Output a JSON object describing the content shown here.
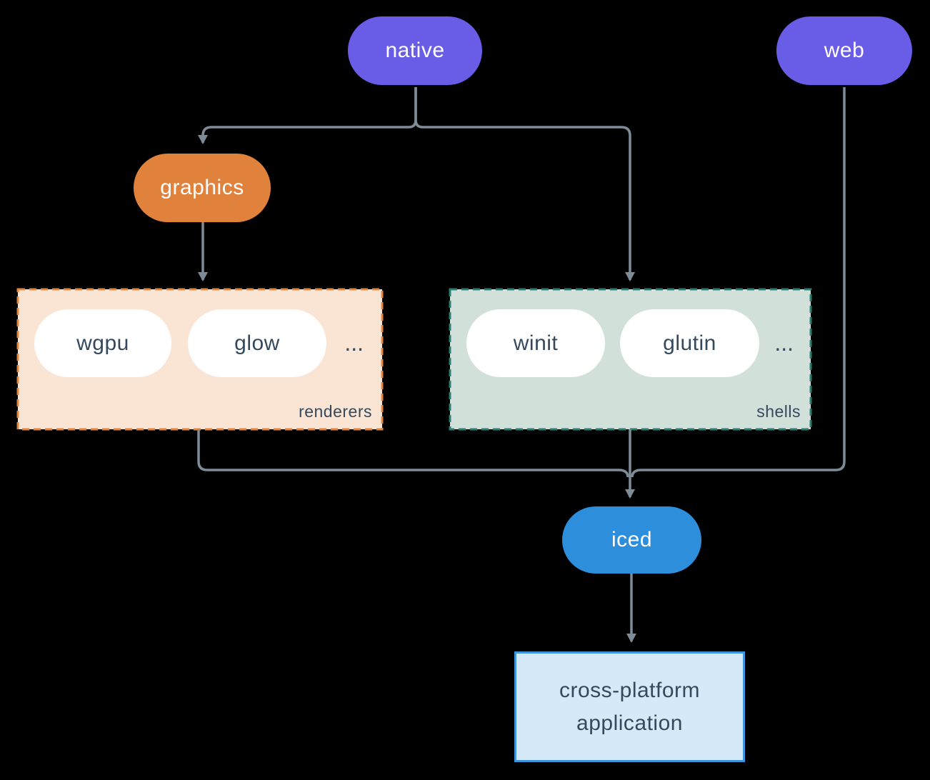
{
  "diagram": {
    "background_color": "#000000",
    "arrow_color": "#7E8C99",
    "nodes": {
      "native": {
        "label": "native",
        "color": "#695CE7",
        "text_color": "#FFFFFF"
      },
      "web": {
        "label": "web",
        "color": "#695CE7",
        "text_color": "#FFFFFF"
      },
      "graphics": {
        "label": "graphics",
        "color": "#E0823C",
        "text_color": "#FFFFFF"
      },
      "iced": {
        "label": "iced",
        "color": "#2D8EDB",
        "text_color": "#FFFFFF"
      },
      "application": {
        "label_line1": "cross-platform",
        "label_line2": "application",
        "fill_color": "#D6E9F9",
        "border_color": "#3D97DE",
        "text_color": "#34495E"
      }
    },
    "groups": {
      "renderers": {
        "label": "renderers",
        "ellipsis": "...",
        "fill_color": "#FAE5D4",
        "border_color": "#E2873F",
        "items": [
          {
            "label": "wgpu"
          },
          {
            "label": "glow"
          }
        ]
      },
      "shells": {
        "label": "shells",
        "ellipsis": "...",
        "fill_color": "#D2E0DA",
        "border_color": "#2A8072",
        "items": [
          {
            "label": "winit"
          },
          {
            "label": "glutin"
          }
        ]
      }
    },
    "edges": [
      {
        "from": "native",
        "to": "graphics"
      },
      {
        "from": "native",
        "to": "shells"
      },
      {
        "from": "graphics",
        "to": "renderers"
      },
      {
        "from": "renderers",
        "to": "iced"
      },
      {
        "from": "shells",
        "to": "iced"
      },
      {
        "from": "web",
        "to": "iced"
      },
      {
        "from": "iced",
        "to": "application"
      }
    ]
  }
}
